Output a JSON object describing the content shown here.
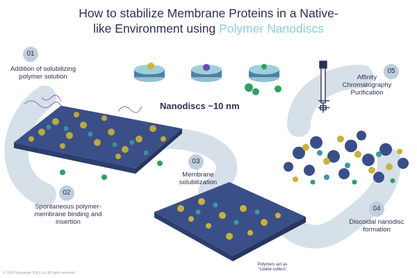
{
  "title": {
    "line1": "How to stabilize Membrane Proteins in a Native-",
    "line2_prefix": "like Environment using ",
    "line2_highlight": "Polymer Nanodiscs"
  },
  "colors": {
    "title": "#2b3152",
    "highlight": "#8ccfd9",
    "badge": "#bfcedc",
    "path": "#d6e0e8",
    "yellow": "#c9b23a",
    "teal": "#3f97a1",
    "purple": "#6a4aa8",
    "green": "#2fa060",
    "navy": "#3a4f88"
  },
  "nanodisc_label": "Nanodiscs ~10 nm",
  "steps": [
    {
      "num": "01",
      "text": [
        "Addition of solubilizing",
        "polymer solution"
      ]
    },
    {
      "num": "02",
      "text": [
        "Spontaneous polymer-",
        "membrane binding and",
        "insertion"
      ]
    },
    {
      "num": "03",
      "text": [
        "Membrane",
        "solubilization"
      ]
    },
    {
      "num": "04",
      "text": [
        "Discoidal nanodisc",
        "formation"
      ]
    },
    {
      "num": "05",
      "text": [
        "Affinity",
        "Chromatography",
        "Purification"
      ]
    }
  ],
  "cookie_note": [
    "Polymers act as",
    "\"cookie cutters\""
  ],
  "copyright": "© 2024 Nanowave (Pty) Ltd. All rights reserved",
  "icons": [
    "chromatography-column-icon"
  ]
}
